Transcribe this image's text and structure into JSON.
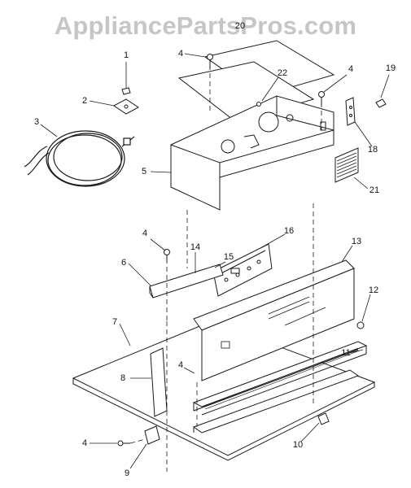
{
  "watermark": "AppliancePartsPros.com",
  "parts": {
    "p1": "1",
    "p2": "2",
    "p3": "3",
    "p4a": "4",
    "p4b": "4",
    "p4c": "4",
    "p4d": "4",
    "p4e": "4",
    "p5": "5",
    "p6": "6",
    "p7": "7",
    "p8": "8",
    "p9": "9",
    "p10": "10",
    "p11": "11",
    "p12": "12",
    "p13": "13",
    "p14": "14",
    "p15": "15",
    "p16": "16",
    "p18": "18",
    "p19": "19",
    "p20": "20",
    "p21": "21",
    "p22": "22"
  }
}
